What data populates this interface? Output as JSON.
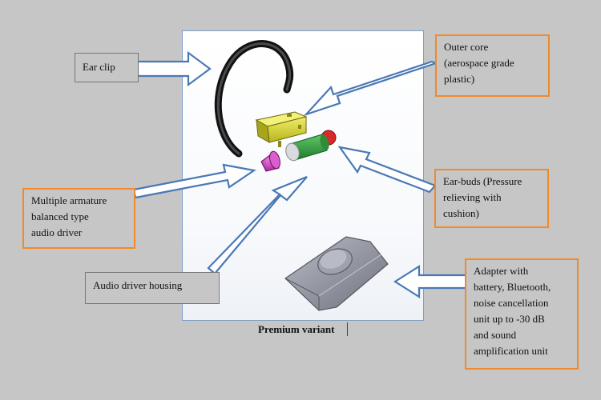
{
  "labels": {
    "ear_clip": "Ear clip",
    "outer_core": [
      "Outer core",
      "(aerospace grade",
      "plastic)"
    ],
    "ear_buds": [
      "Ear-buds (Pressure",
      "relieving with",
      "cushion)"
    ],
    "armature": [
      "Multiple armature",
      "balanced type",
      "audio driver"
    ],
    "housing": "Audio driver housing",
    "adapter": [
      "Adapter with",
      "battery, Bluetooth,",
      "noise cancellation",
      "unit up to -30 dB",
      "and sound",
      "amplification unit"
    ]
  },
  "caption": "Premium variant",
  "colors": {
    "background": "#c6c6c6",
    "callout_border": "#f08a2c",
    "arrow_stroke": "#4a78b5",
    "ear_clip": "#1a1a1a",
    "outer_core": "#d8d62e",
    "ear_bud": "#2f9a3a",
    "driver": "#c23bb8",
    "adapter": "#8a8c99"
  }
}
